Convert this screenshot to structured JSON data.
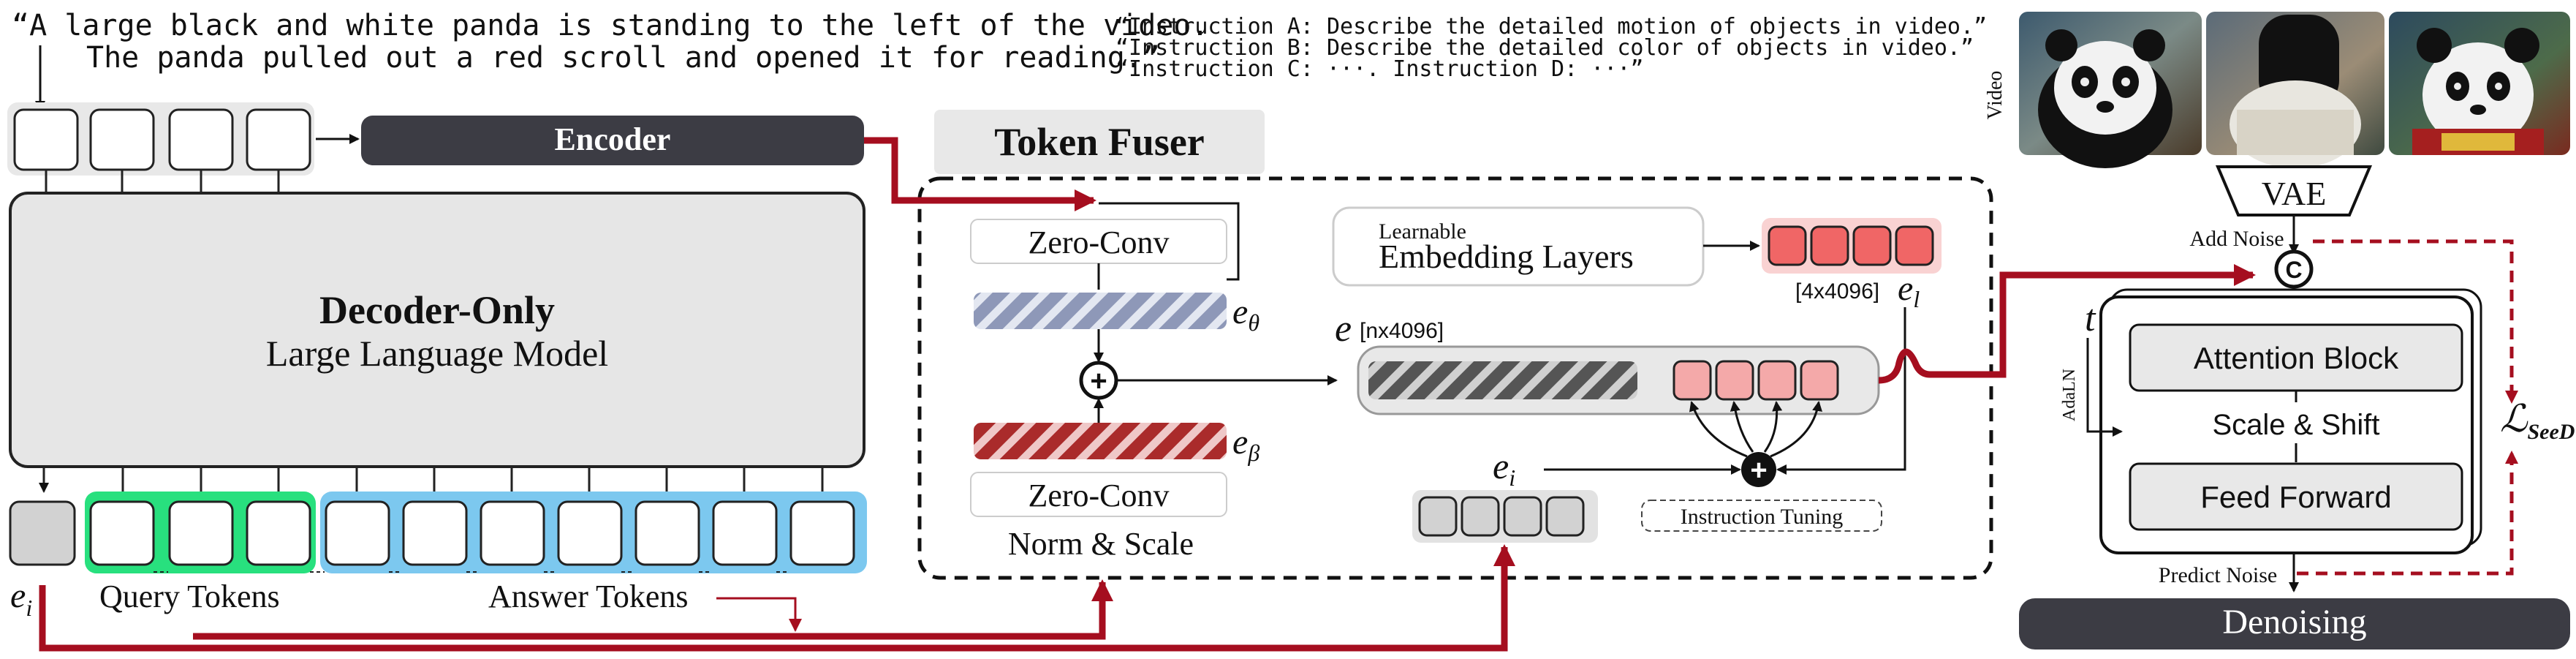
{
  "prompt": {
    "line1": "“A large black and white panda is standing to the left of the video.",
    "line2": "The panda pulled out a red scroll and opened it for reading.”"
  },
  "instructions": {
    "a": "“Instruction A: Describe the detailed motion of objects in video.”",
    "b": "“Instruction B: Describe the detailed color of objects in video.”",
    "c": "“Instruction C: ···. Instruction D: ···”"
  },
  "encoder": {
    "label": "Encoder"
  },
  "llm": {
    "title": "Decoder-Only",
    "subtitle": "Large Language Model"
  },
  "tokens": {
    "e_i_label": "e",
    "e_i_sub": "i",
    "query_label": "Query Tokens",
    "answer_label": "Answer Tokens"
  },
  "fuser": {
    "title": "Token Fuser",
    "zero_conv_top": "Zero-Conv",
    "zero_conv_bottom": "Zero-Conv",
    "norm_scale": "Norm & Scale",
    "e_theta": "e",
    "e_theta_sub": "θ",
    "e_beta": "e",
    "e_beta_sub": "β",
    "plus": "+",
    "learnable": "Learnable",
    "embedding_layers": "Embedding Layers",
    "el_shape": "[4x4096]",
    "el_label": "e",
    "el_sub": "l",
    "e_label": "e",
    "e_shape": "[nx4096]",
    "ei_label": "e",
    "ei_sub": "i",
    "instruction_tuning": "Instruction Tuning"
  },
  "diffusion": {
    "video_label": "Video",
    "vae": "VAE",
    "add_noise": "Add Noise",
    "concat": "C",
    "t_label": "t",
    "adaln": "AdaLN",
    "attention_block": "Attention Block",
    "scale_shift": "Scale & Shift",
    "feed_forward": "Feed Forward",
    "predict_noise": "Predict Noise",
    "denoising": "Denoising",
    "loss_label": "ℒ",
    "loss_sub": "SeeD"
  },
  "colors": {
    "dark_red": "#a50e1f",
    "dark_gray": "#3c3c44",
    "llm_fill": "#e6e6e6",
    "query_green": "#28e07e",
    "answer_blue": "#7cc8ef",
    "pink_token": "#f4a9a9",
    "red_token": "#f06666",
    "hatch_blue": "#8a95b6",
    "hatch_red": "#b03030",
    "hatch_gray": "#555555"
  },
  "icons": {
    "plus": "plus-circle-icon",
    "concat": "concat-circle-icon"
  }
}
